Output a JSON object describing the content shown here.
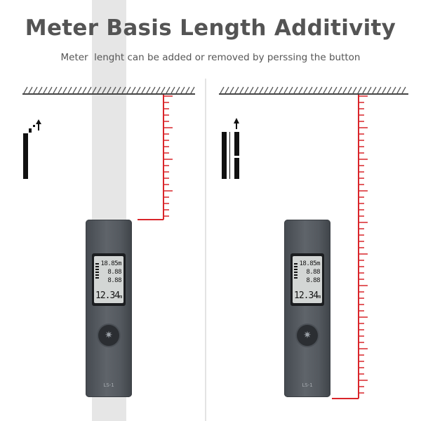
{
  "header": {
    "title": "Meter Basis Length Additivity",
    "subtitle": "Meter  lenght can be added or removed by perssing the button"
  },
  "devices": {
    "left": {
      "readings": [
        "18.85m",
        "8.88",
        "8.88"
      ],
      "main": "12.34",
      "unit": "m",
      "model": "LS-1"
    },
    "right": {
      "readings": [
        "18.85m",
        "8.88",
        "8.88"
      ],
      "main": "12.34",
      "unit": "m",
      "model": "LS-1"
    }
  },
  "icons": {
    "button": "laser-button-icon",
    "indicator": "length-bar-arrow-icon"
  },
  "colors": {
    "ruler": "#d9252a",
    "device": "#55595e",
    "beam": "#e6e6e6",
    "title": "#545454"
  }
}
